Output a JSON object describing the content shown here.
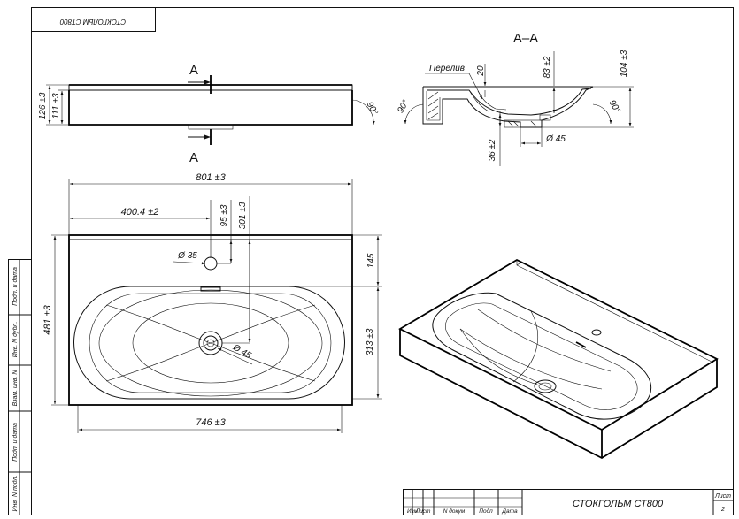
{
  "title_block": {
    "product": "СТОКГОЛЬМ СТ800",
    "mirror_code": "СТОКГОЛЬМ СТ800",
    "sheet_label": "Лист",
    "sheet_number": "2",
    "columns": [
      "Изм",
      "Лист",
      "N докум",
      "Подп",
      "Дата"
    ]
  },
  "side_stamp": [
    "Подп. и дата",
    "Инв. N дубл.",
    "Взам. инв. N",
    "Подп. и дата",
    "Инв. N подл."
  ],
  "section": {
    "title": "А–А",
    "overflow_label": "Перелив",
    "dim_20": "20",
    "dim_83": "83 ±2",
    "dim_104": "104 ±3",
    "dim_36": "36 ±2",
    "dim_d45": "Ø 45",
    "angle_left": "90°",
    "angle_right": "90°"
  },
  "side_view": {
    "cut_top": "А",
    "cut_bottom": "А",
    "dim_126": "126 ±3",
    "dim_111": "111 ±3",
    "angle": "90°"
  },
  "top_view": {
    "dim_801": "801 ±3",
    "dim_400": "400.4 ±2",
    "dim_95": "95 ±3",
    "dim_301": "301 ±3",
    "dim_d35": "Ø 35",
    "dim_145": "145",
    "dim_481": "481 ±3",
    "dim_313": "313 ±3",
    "dim_d45": "Ø 45",
    "dim_746": "746 ±3"
  }
}
